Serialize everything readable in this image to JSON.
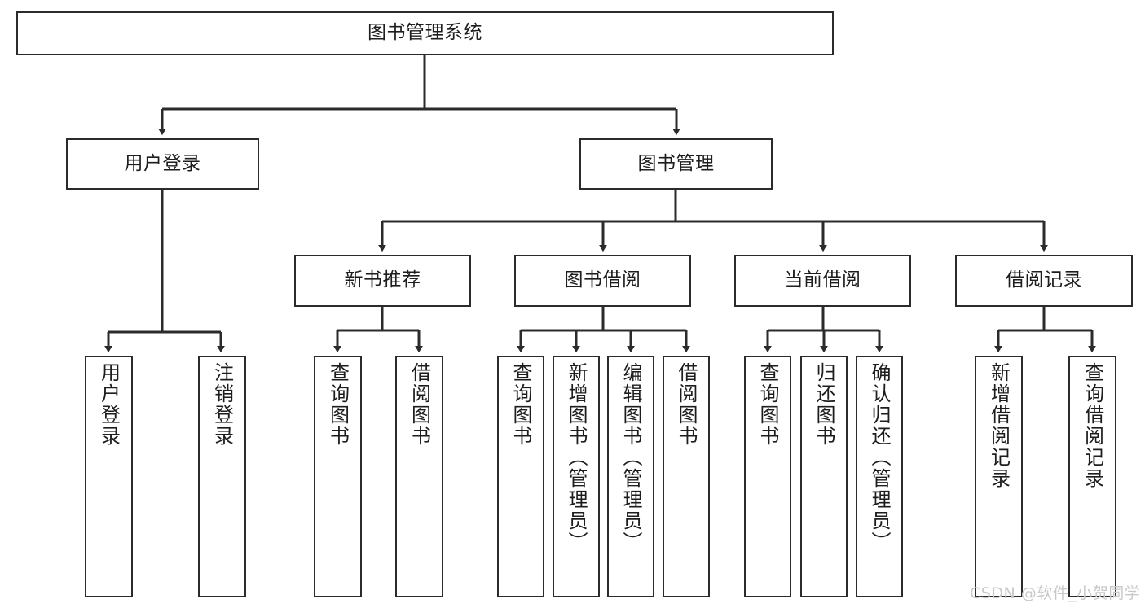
{
  "diagram": {
    "title": "图书管理系统",
    "watermark": "CSDN @软件_小贺同学",
    "colors": {
      "box_border": "#2b2b2b",
      "background": "#ffffff",
      "edge": "#2b2b2b",
      "text": "#1d1d1d",
      "watermark": "#c9c9c9"
    },
    "nodes": {
      "root": {
        "label": "图书管理系统"
      },
      "level2": [
        {
          "label": "用户登录"
        },
        {
          "label": "图书管理"
        }
      ],
      "level3": [
        {
          "label": "新书推荐"
        },
        {
          "label": "图书借阅"
        },
        {
          "label": "当前借阅"
        },
        {
          "label": "借阅记录"
        }
      ],
      "leaves": {
        "user_login": [
          {
            "label": "用户登录"
          },
          {
            "label": "注销登录"
          }
        ],
        "new_book": [
          {
            "label": "查询图书"
          },
          {
            "label": "借阅图书"
          }
        ],
        "book_borrow": [
          {
            "label": "查询图书"
          },
          {
            "label": "新增图书（管理员）"
          },
          {
            "label": "编辑图书（管理员）"
          },
          {
            "label": "借阅图书"
          }
        ],
        "current_borrow": [
          {
            "label": "查询图书"
          },
          {
            "label": "归还图书"
          },
          {
            "label": "确认归还（管理员）"
          }
        ],
        "borrow_record": [
          {
            "label": "新增借阅记录"
          },
          {
            "label": "查询借阅记录"
          }
        ]
      }
    }
  }
}
